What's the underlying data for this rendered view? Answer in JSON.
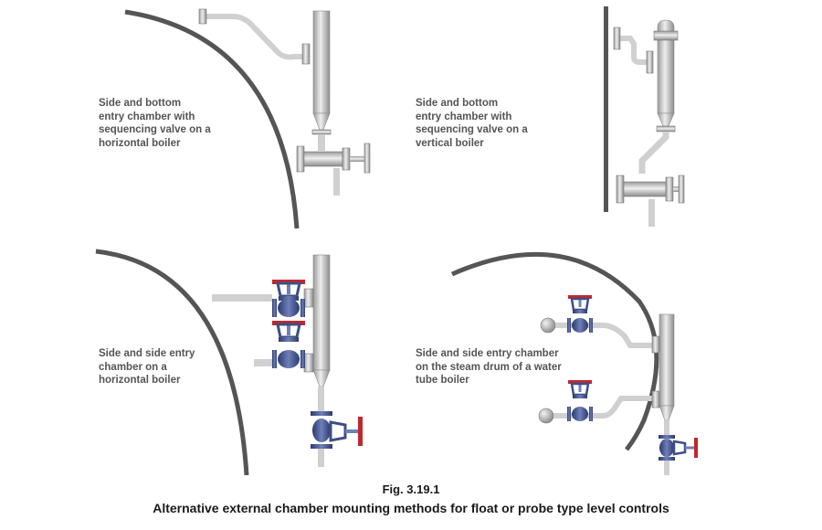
{
  "panels": {
    "top_left": {
      "label": "Side and bottom\nentry chamber with\nsequencing valve on a\nhorizontal boiler"
    },
    "top_right": {
      "label": "Side and bottom\nentry chamber with\nsequencing valve on a\nvertical boiler"
    },
    "bottom_left": {
      "label": "Side and side entry\nchamber on a\nhorizontal boiler"
    },
    "bottom_right": {
      "label": "Side and side entry chamber\non the steam drum of a water\ntube boiler"
    }
  },
  "caption": {
    "figure_number": "Fig. 3.19.1",
    "title": "Alternative external chamber mounting methods for float or probe type level controls"
  },
  "colors": {
    "boiler_shell": "#555555",
    "pipe": "#d0d0d0",
    "chamber": "#c4c4c4",
    "valve_body": "#3d4f86",
    "handwheel": "#c0282d"
  }
}
